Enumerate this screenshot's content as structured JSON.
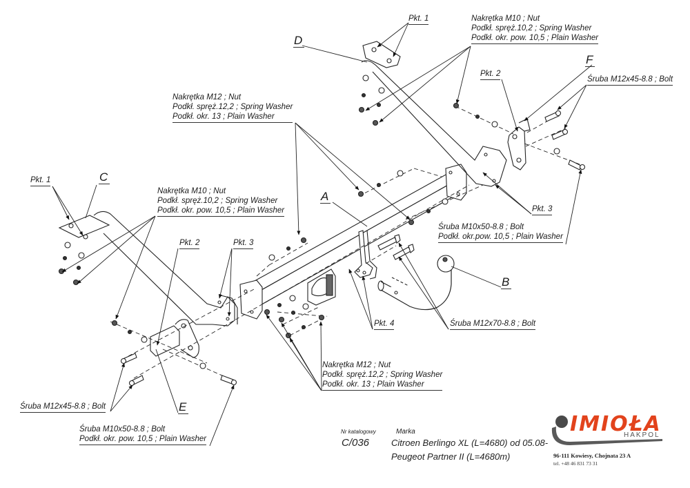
{
  "parts": {
    "A": "A",
    "B": "B",
    "C": "C",
    "D": "D",
    "E": "E",
    "F": "F"
  },
  "points": {
    "pkt1": "Pkt. 1",
    "pkt2": "Pkt. 2",
    "pkt3": "Pkt. 3",
    "pkt4": "Pkt. 4"
  },
  "callouts": {
    "nut_m10_top": [
      "Nakrętka  M10 ; Nut",
      "Podkł. spręż.10,2 ; Spring Washer",
      "Podkł. okr. pow. 10,5 ; Plain Washer"
    ],
    "nut_m12_top": [
      "Nakrętka  M12 ; Nut",
      "Podkł. spręż.12,2 ; Spring Washer",
      "Podkł. okr. 13 ; Plain Washer"
    ],
    "nut_m10_left": [
      "Nakrętka  M10 ; Nut",
      "Podkł. spręż.10,2 ; Spring Washer",
      "Podkł. okr. pow. 10,5 ; Plain Washer"
    ],
    "nut_m12_bottom": [
      "Nakrętka  M12 ; Nut",
      "Podkł. spręż.12,2 ; Spring Washer",
      "Podkł. okr. 13 ; Plain Washer"
    ],
    "bolt_m12x45_right": "Śruba M12x45-8.8 ;  Bolt",
    "bolt_m10x50_right": [
      "Śruba M10x50-8.8 ;  Bolt",
      "Podkł. okr.pow. 10,5 ; Plain Washer"
    ],
    "bolt_m12x70": "Śruba M12x70-8.8 ;  Bolt",
    "bolt_m12x45_left": "Śruba M12x45-8.8 ;  Bolt",
    "bolt_m10x50_left": [
      "Śruba M10x50-8.8 ;  Bolt",
      "Podkł. okr. pow. 10,5 ; Plain Washer"
    ]
  },
  "title_block": {
    "catalog_label": "Nr katalogowy",
    "catalog_number": "C/036",
    "make_label": "Marka",
    "models": [
      "Citroen Berlingo XL (L=4680)   od 05.08-",
      "Peugeot Partner II (L=4680m)"
    ]
  },
  "company": {
    "logo_text": "IMIOŁA",
    "logo_sub": "HAKPOL",
    "address": "96-111 Kowiesy, Chojnata 23 A",
    "phone": "tel. +48 46 831 73 31",
    "brand_color": "#e2431c"
  }
}
